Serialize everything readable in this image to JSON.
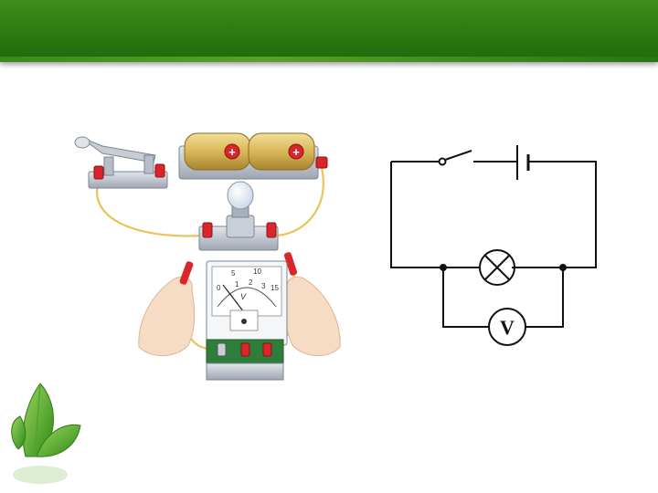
{
  "meter": {
    "scale_labels": [
      "0",
      "5",
      "10",
      "15"
    ],
    "inner_labels": [
      "1",
      "2",
      "3"
    ],
    "unit": "V"
  },
  "schematic": {
    "voltmeter_label": "V"
  },
  "colors": {
    "header": "#2f7d12",
    "wire": "#e8c45a",
    "terminal": "#d8262a",
    "battery": "#d9b65a",
    "circuit_line": "#111111"
  }
}
